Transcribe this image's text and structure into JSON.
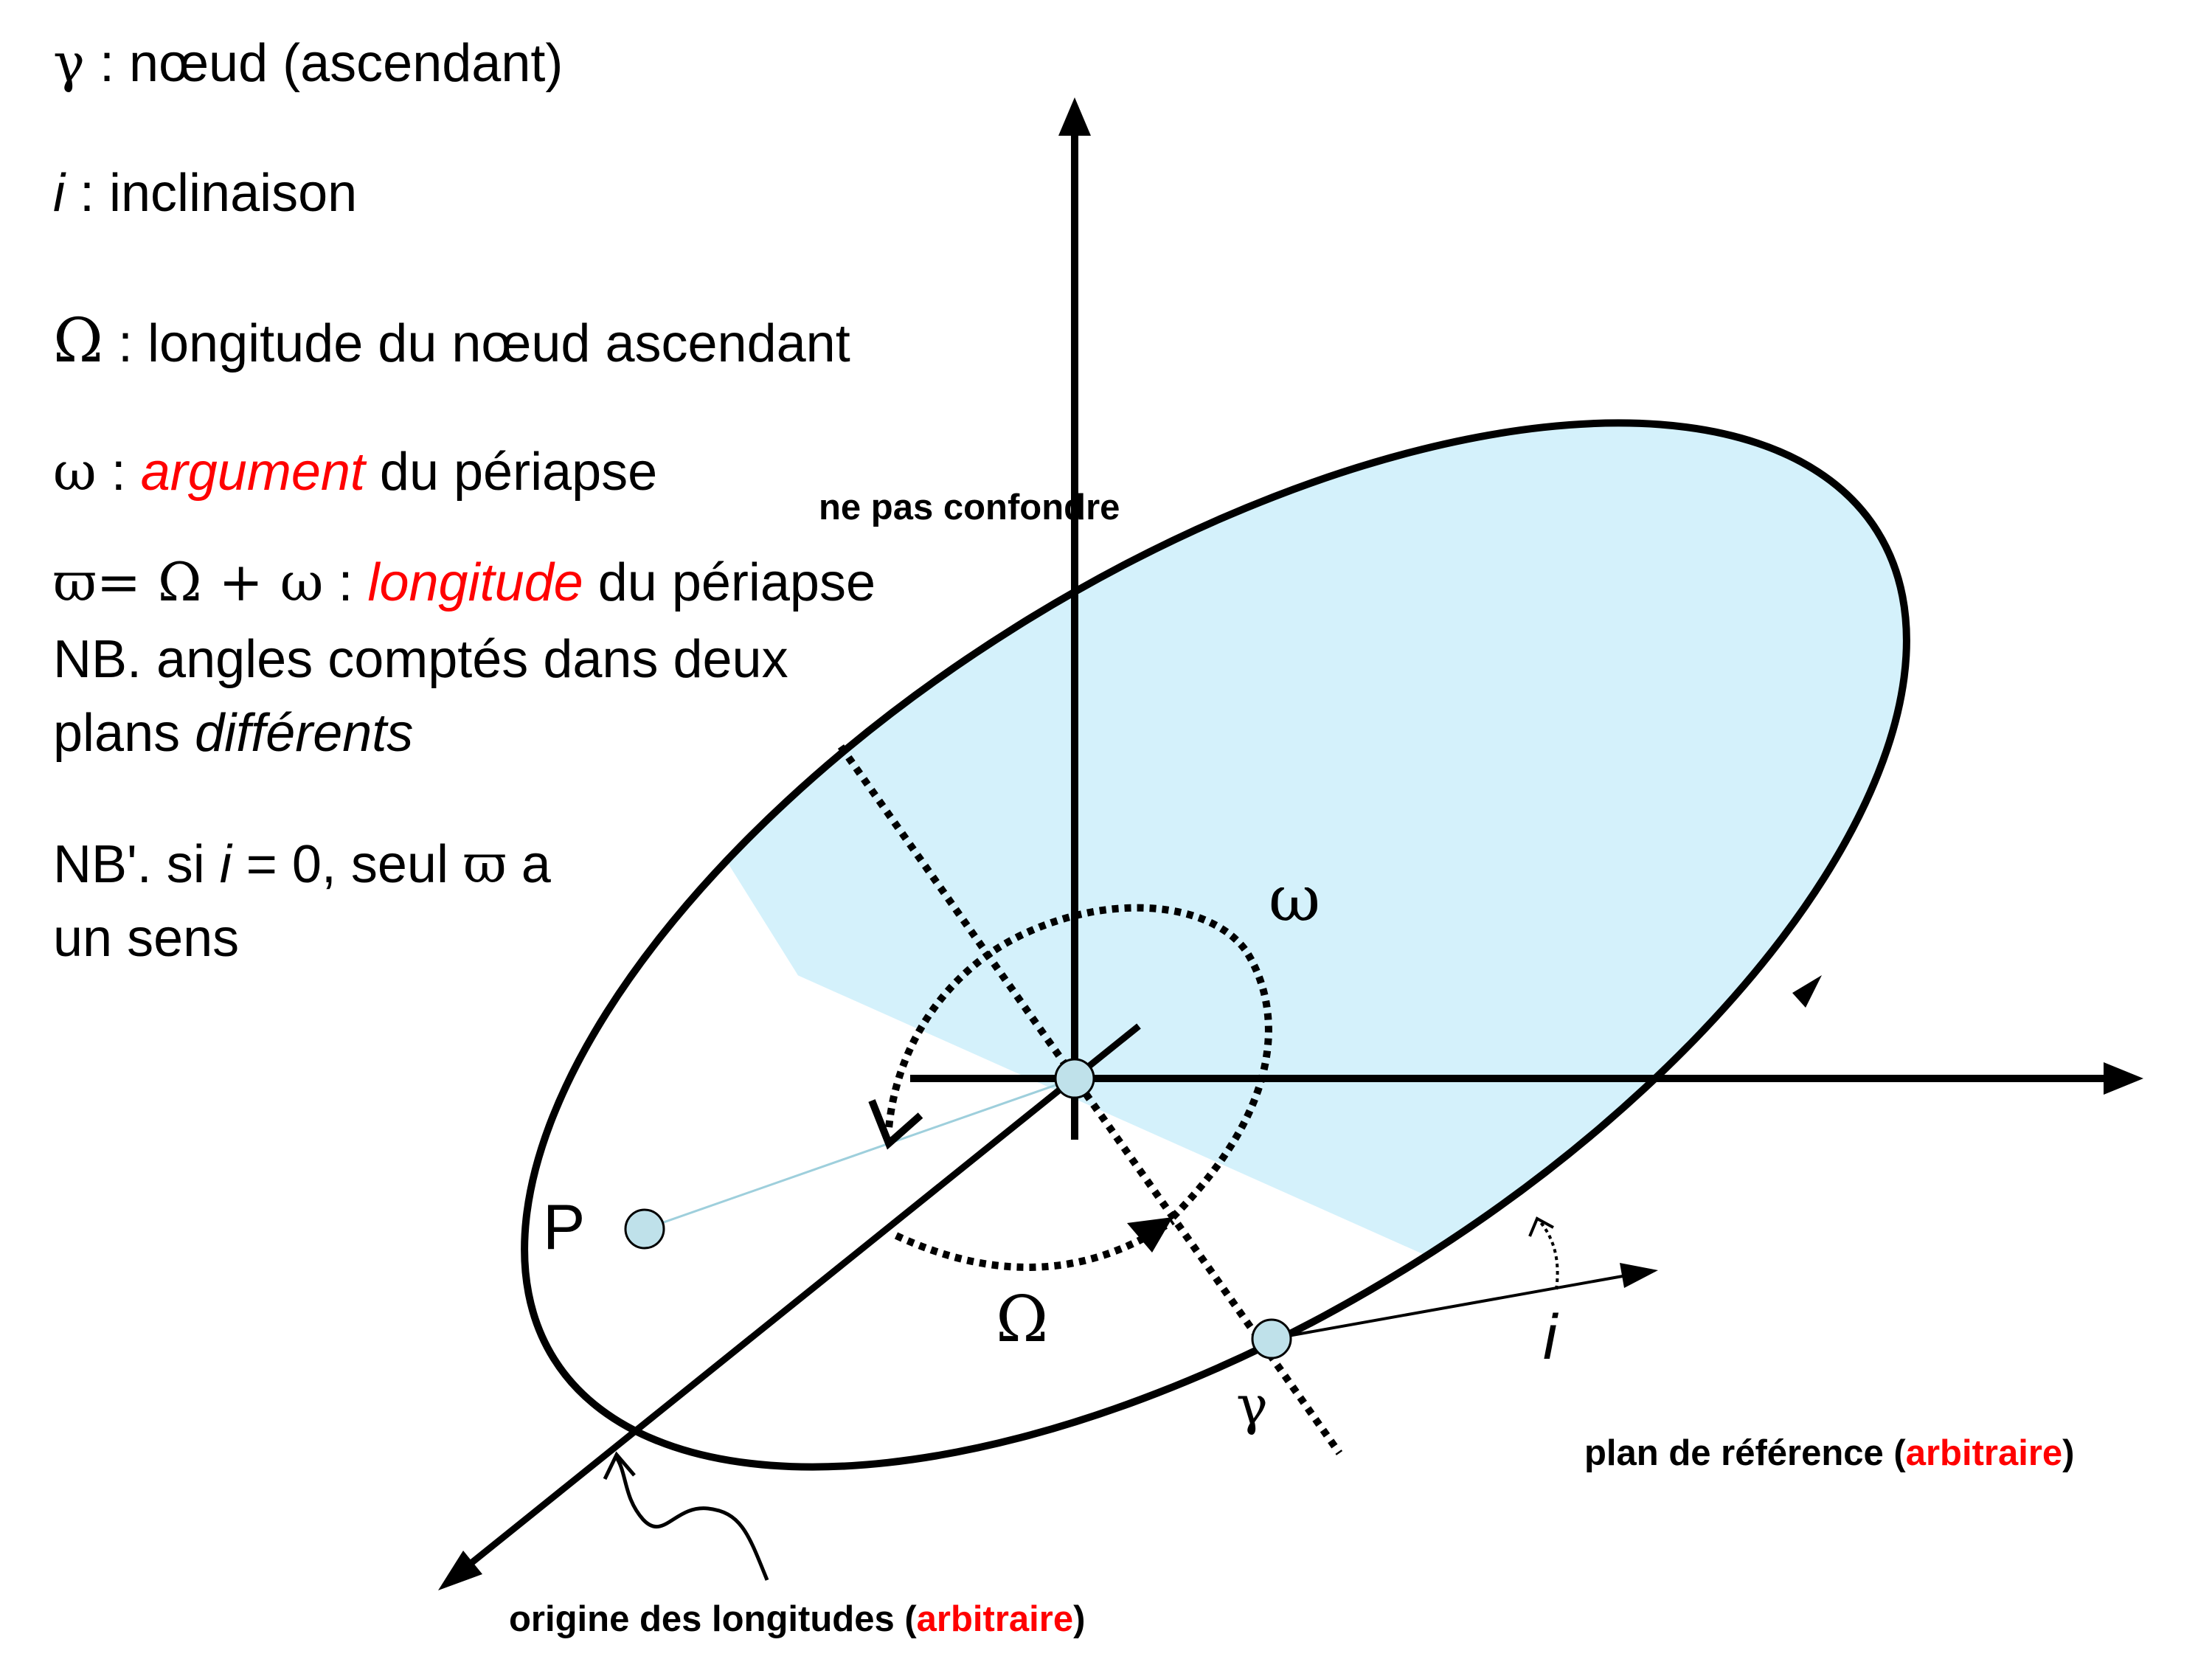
{
  "legend": {
    "gamma": {
      "symbol": "γ",
      "text": " : nœud (ascendant)"
    },
    "inclination": {
      "symbol": "i",
      "text": " : inclinaison"
    },
    "Omega": {
      "symbol": "Ω",
      "text": " : longitude du nœud ascendant"
    },
    "omega": {
      "symbol": "ω",
      "sep": " : ",
      "highlight": "argument",
      "rest": " du périapse"
    },
    "varpi": {
      "formula": "ϖ= Ω + ω",
      "sep": " : ",
      "highlight": "longitude",
      "rest": " du périapse"
    },
    "nb1": {
      "line1": "NB. angles comptés dans deux",
      "line2_plain": "plans ",
      "line2_italic": "différents"
    },
    "nb2": {
      "prefix": "NB'. si ",
      "i": "i",
      "mid": " = 0, seul ",
      "varpi": "ϖ",
      "suffix": " a",
      "line2": "un sens"
    }
  },
  "annotations": {
    "ne_pas_confondre": "ne pas confondre",
    "plan_prefix": "plan de référence (",
    "plan_red": "arbitraire",
    "plan_suffix": ")",
    "origine_prefix": "origine des longitudes (",
    "origine_red": "arbitraire",
    "origine_suffix": ")"
  },
  "diagram_labels": {
    "omega": "ω",
    "Omega": "Ω",
    "gamma": "γ",
    "P": "P",
    "i": "i"
  },
  "colors": {
    "orbit_fill": "#d4f1fb",
    "highlight": "#ff0000",
    "point_fill": "#bfe1ea",
    "ink": "#000000"
  }
}
